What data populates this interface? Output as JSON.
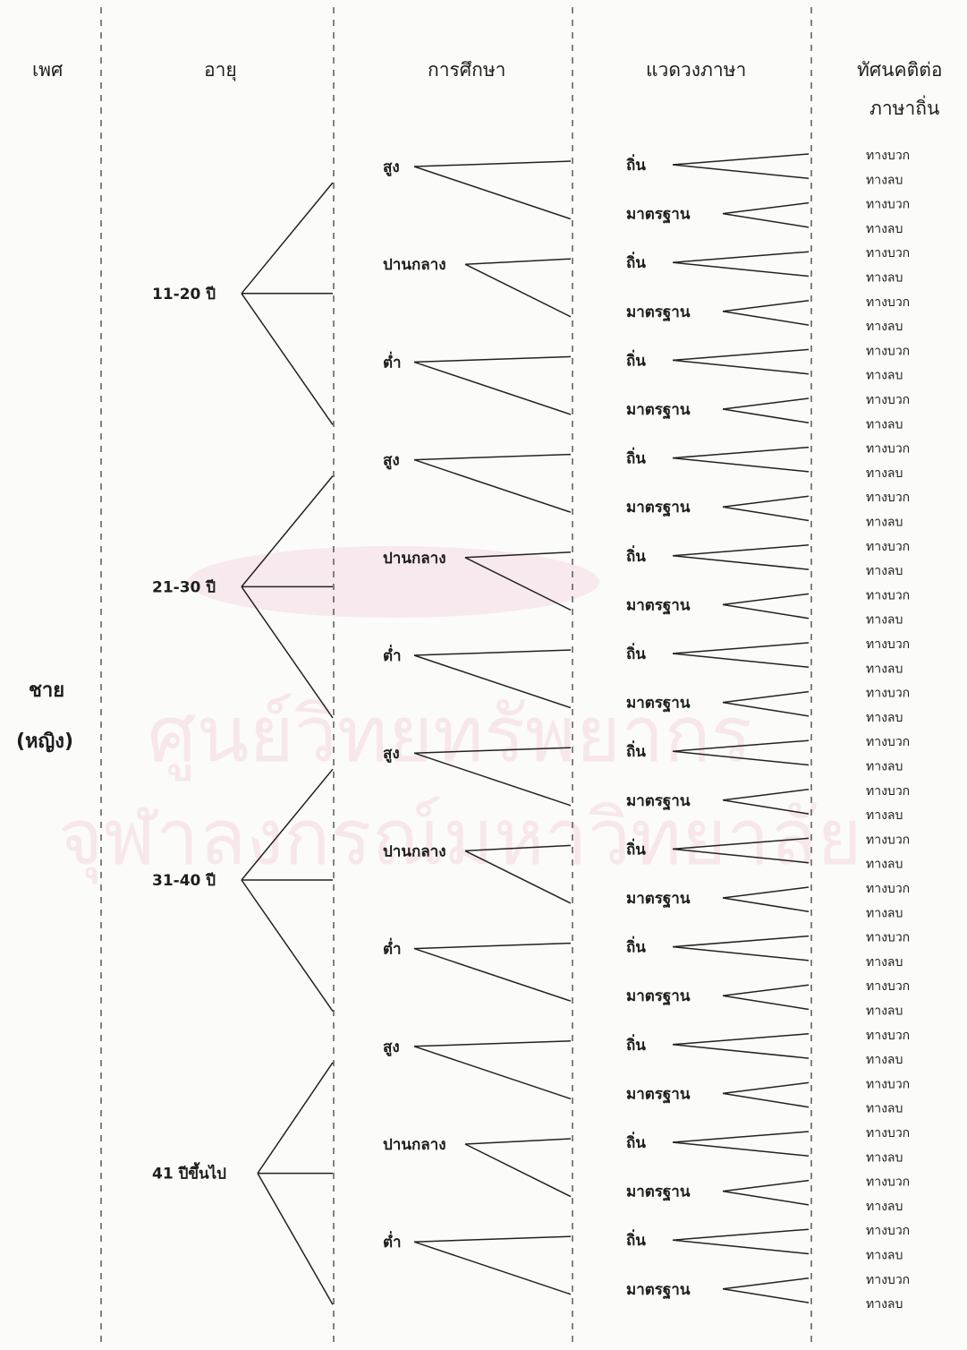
{
  "headers": {
    "sex": "เพศ",
    "age": "อายุ",
    "education": "การศึกษา",
    "language_circle": "แวดวงภาษา",
    "attitude_line1": "ทัศนคติต่อ",
    "attitude_line2": "ภาษาถิ่น"
  },
  "sex": {
    "main": "ชาย",
    "alt": "(หญิง)"
  },
  "ages": [
    "11-20 ปี",
    "21-30 ปี",
    "31-40 ปี",
    "41 ปีขึ้นไป"
  ],
  "education_levels": [
    "สูง",
    "ปานกลาง",
    "ต่ำ"
  ],
  "language_circles": [
    "ถิ่น",
    "มาตรฐาน"
  ],
  "attitudes": [
    "ทางบวก",
    "ทางลบ"
  ],
  "watermark_text": [
    "ศูนย์วิทยทรัพยากร",
    "จุฬาลงกรณ์มหาวิทยาลัย"
  ]
}
